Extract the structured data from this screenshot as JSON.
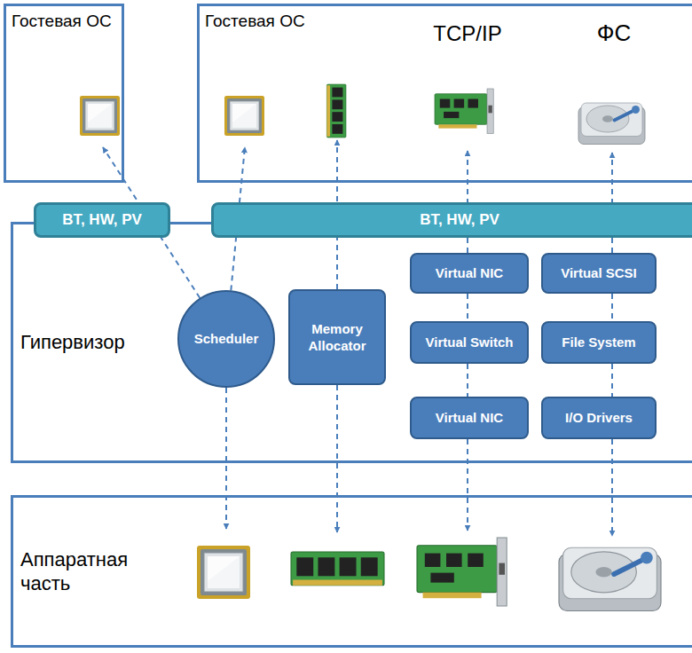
{
  "diagram": {
    "nodes": [
      {
        "text": [
          "Гостевая ОС"
        ]
      },
      {
        "text": [
          "Гостевая ОС"
        ]
      },
      {
        "text": [
          "BT, HW, PV"
        ]
      },
      {
        "text": [
          "BT, HW, PV"
        ]
      },
      {
        "text": [
          "Гипервизор"
        ]
      },
      {
        "text": [
          "Scheduler"
        ],
        "in": 4
      },
      {
        "text": [
          "Memory Allocator"
        ],
        "in": 4
      },
      {
        "text": [
          "Virtual NIC"
        ],
        "in": 4
      },
      {
        "text": [
          "Virtual Switch"
        ],
        "in": 4
      },
      {
        "text": [
          "Virtual NIC"
        ],
        "in": 4
      },
      {
        "text": [
          "Virtual SCSI"
        ],
        "in": 4
      },
      {
        "text": [
          "File System"
        ],
        "in": 4
      },
      {
        "text": [
          "I/O Drivers"
        ],
        "in": 4
      },
      {
        "text": [
          "Аппаратная часть"
        ]
      }
    ],
    "edges": [
      {
        "from": 5,
        "to": 0,
        "arrow": "to"
      },
      {
        "from": 5,
        "to": 1,
        "arrow": "to"
      },
      {
        "from": 5,
        "to": 13,
        "arrow": "to"
      },
      {
        "from": 6,
        "to": 1,
        "arrow": "to"
      },
      {
        "from": 6,
        "to": 13,
        "arrow": "to"
      },
      {
        "from": 7,
        "to": 1,
        "arrow": "to"
      },
      {
        "from": 7,
        "to": 8,
        "arrow": "none"
      },
      {
        "from": 8,
        "to": 9,
        "arrow": "none"
      },
      {
        "from": 9,
        "to": 13,
        "arrow": "to"
      },
      {
        "from": 10,
        "to": 1,
        "arrow": "to"
      },
      {
        "from": 10,
        "to": 11,
        "arrow": "none"
      },
      {
        "from": 11,
        "to": 12,
        "arrow": "none"
      },
      {
        "from": 12,
        "to": 13,
        "arrow": "to"
      }
    ],
    "labels": [
      "TCP/IP",
      "ФС"
    ]
  }
}
